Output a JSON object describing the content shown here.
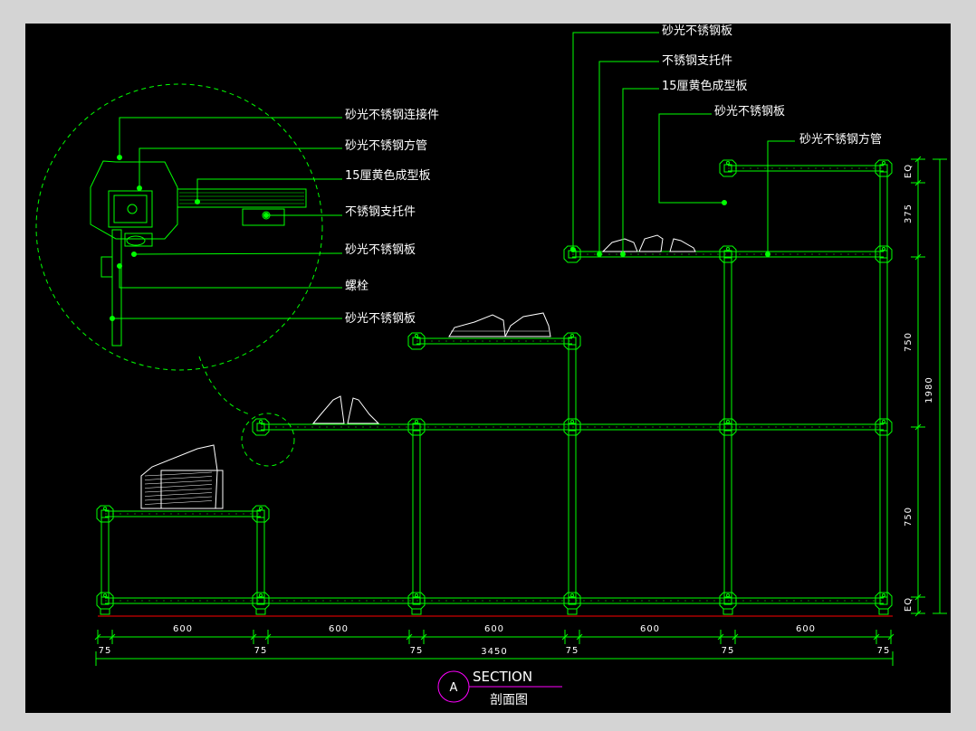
{
  "colors": {
    "background": "#000000",
    "structure": "#00ff00",
    "text": "#ffffff",
    "accent": "#ff00ff",
    "ground": "#ff0000",
    "frame": "#d4d4d4"
  },
  "detail_labels": [
    "砂光不锈钢连接件",
    "砂光不锈钢方管",
    "15厘黄色成型板",
    "不锈钢支托件",
    "砂光不锈钢板",
    "螺栓",
    "砂光不锈钢板"
  ],
  "top_labels": [
    "砂光不锈钢板",
    "不锈钢支托件",
    "15厘黄色成型板",
    "砂光不锈钢板",
    "砂光不锈钢方管"
  ],
  "dim_horizontal_modules": [
    "600",
    "600",
    "600",
    "600",
    "600"
  ],
  "dim_horizontal_posts": [
    "75",
    "75",
    "75",
    "75",
    "75",
    "75"
  ],
  "dim_total": "3450",
  "dim_vertical": [
    "EQ",
    "375",
    "750",
    "750",
    "EQ"
  ],
  "dim_vertical_total": "1980",
  "title": {
    "marker": "A",
    "name": "SECTION",
    "subtitle": "剖面图"
  }
}
